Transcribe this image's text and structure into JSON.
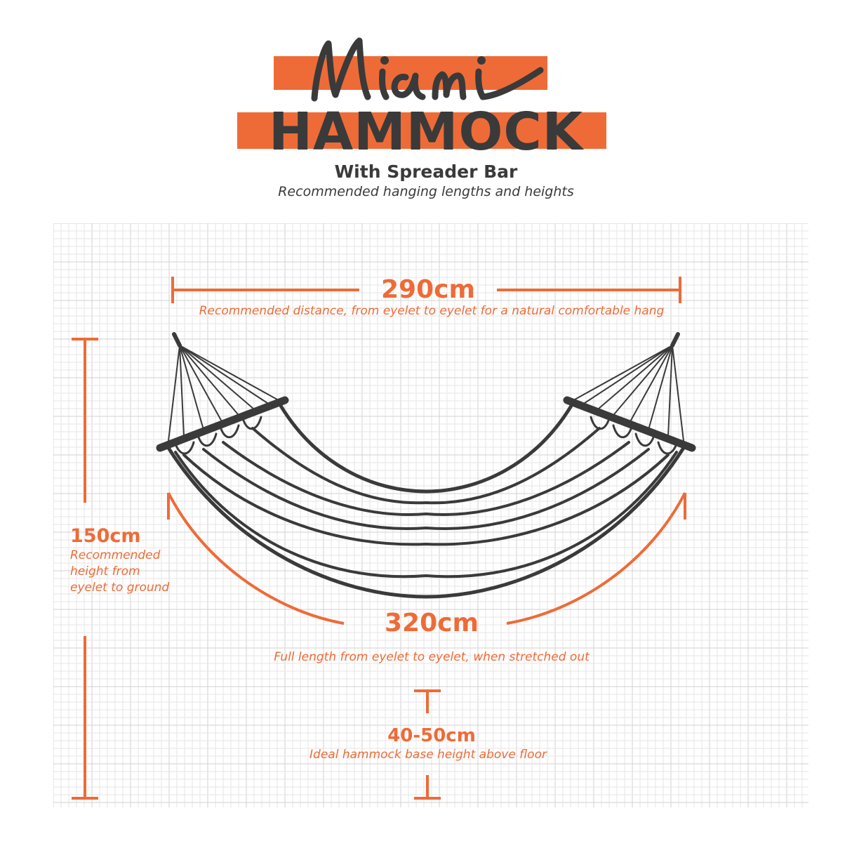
{
  "header": {
    "script_title": "Miami",
    "main_title": "HAMMOCK",
    "subtitle": "With Spreader Bar",
    "tagline": "Recommended hanging lengths and heights"
  },
  "dimensions": {
    "span": {
      "value": "290cm",
      "note": "Recommended distance, from eyelet to eyelet for a natural comfortable hang"
    },
    "length": {
      "value": "320cm",
      "note": "Full length from eyelet to eyelet,  when stretched out"
    },
    "base_height": {
      "value": "40-50cm",
      "note": "Ideal hammock base height above floor"
    },
    "hang_height": {
      "value": "150cm",
      "note": "Recommended height from eyelet to ground"
    }
  },
  "colors": {
    "accent": "#ee6b37",
    "ink": "#3a3a3a",
    "grid_minor": "#e6e6e6",
    "grid_major": "#d2d2d2"
  }
}
